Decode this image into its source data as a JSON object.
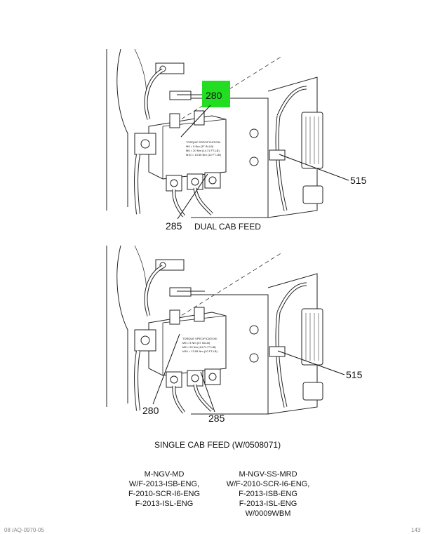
{
  "top_figure": {
    "caption": "DUAL CAB FEED",
    "callouts": {
      "c280": "280",
      "c285": "285",
      "c515": "515"
    },
    "highlight_color": "#22dd22",
    "plate_lines": [
      "TORQUE SPECIFICATION:",
      "M5 = 5 Nm (37 IN-LB)",
      "M6 = 20 Nm (14.71 FT-LB)",
      "M10 = 13.55 Nm (10 FT-LB)"
    ]
  },
  "bottom_figure": {
    "caption": "SINGLE CAB FEED (W/0508071)",
    "callouts": {
      "c280": "280",
      "c285": "285",
      "c515": "515"
    },
    "plate_lines": [
      "TORQUE SPECIFICATION:",
      "M5 = 5 Nm (37 IN-LB)",
      "M6 = 20 Nm (14.71 FT-LB)",
      "M10 = 13.55 Nm (10 FT-LB)"
    ]
  },
  "applicability": {
    "left": [
      "M-NGV-MD",
      "W/F-2013-ISB-ENG,",
      "F-2010-SCR-I6-ENG",
      "F-2013-ISL-ENG"
    ],
    "right": [
      "M-NGV-SS-MRD",
      "W/F-2010-SCR-I6-ENG,",
      "F-2013-ISB-ENG",
      "F-2013-ISL-ENG",
      "W/0009WBM"
    ]
  },
  "footer": {
    "left": "08 /AQ-0970-05",
    "right": "143"
  }
}
